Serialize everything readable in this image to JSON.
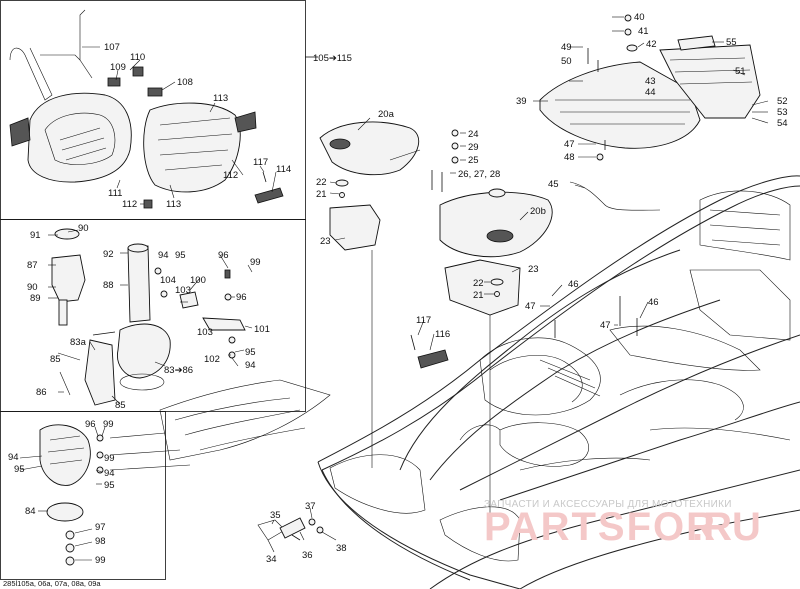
{
  "figure_code": "285l105a, 06a, 07a, 08a, 09a",
  "watermark": {
    "caption": "ЗАПЧАСТИ И АКСЕССУАРЫ ДЛЯ МОТОТЕХНИКИ",
    "brand": "PARTSFOR",
    "domain": ".RU"
  },
  "reference_note": "105➔115",
  "callouts": {
    "c107": "107",
    "c110": "110",
    "c109": "109",
    "c108": "108",
    "c113a": "113",
    "c117a": "117",
    "c114": "114",
    "c112a": "112",
    "c111": "111",
    "c112b": "112",
    "c113b": "113",
    "c90a": "90",
    "c91": "91",
    "c87": "87",
    "c90b": "90",
    "c89": "89",
    "c92": "92",
    "c88": "88",
    "c94a": "94",
    "c95a": "95",
    "c104": "104",
    "c103a": "103",
    "c96a": "96",
    "c99a": "99",
    "c100": "100",
    "c96b": "96",
    "c101": "101",
    "c83a": "83a",
    "c85a": "85",
    "c83b": "83➔86",
    "c86": "86",
    "c85b": "85",
    "c103b": "103",
    "c95b": "95",
    "c102": "102",
    "c94b": "94",
    "c96c": "96",
    "c99b": "99",
    "c94c": "94",
    "c95c": "95",
    "c99c": "99",
    "c94d": "94",
    "c95d": "95",
    "c84": "84",
    "c97": "97",
    "c98": "98",
    "c99d": "99",
    "c20a": "20a",
    "c24": "24",
    "c29": "29",
    "c25": "25",
    "c26": "26, 27, 28",
    "c22a": "22",
    "c21a": "21",
    "c20b": "20b",
    "c23a": "23",
    "c22b": "22",
    "c21b": "21",
    "c23b": "23",
    "c40": "40",
    "c41": "41",
    "c49": "49",
    "c42": "42",
    "c55": "55",
    "c50": "50",
    "c51": "51",
    "c43": "43",
    "c44": "44",
    "c39": "39",
    "c52": "52",
    "c53": "53",
    "c54": "54",
    "c47a": "47",
    "c48": "48",
    "c45": "45",
    "c46a": "46",
    "c47b": "47",
    "c46b": "46",
    "c47c": "47",
    "c117b": "117",
    "c116": "116",
    "c35": "35",
    "c37": "37",
    "c34": "34",
    "c36": "36",
    "c38": "38"
  }
}
